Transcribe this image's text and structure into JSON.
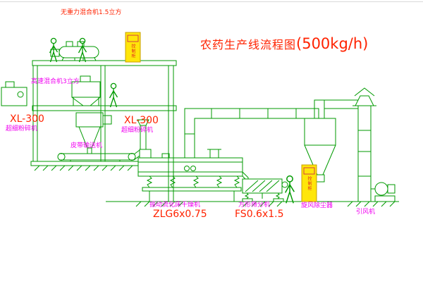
{
  "title": {
    "main": "农药生产线流程图",
    "capacity": "(500kg/h)"
  },
  "labels": {
    "top_mixer": "无重力混合机1.5立方",
    "high_speed_mixer": "高速混合机3立方",
    "mill_left_model": "XL-300",
    "mill_left_name": "超细粉碎机",
    "mill_mid_model": "XL-300",
    "mill_mid_name": "超细粉碎机",
    "belt_conveyor": "皮带输送机",
    "dryer_name": "振动流化床干燥机",
    "dryer_model": "ZLG6x0.75",
    "sieve_name": "方形筛分机",
    "sieve_model": "FS0.6x1.5",
    "cyclone": "旋风除尘器",
    "fan": "引风机",
    "panel_left": "控制柜",
    "panel_right": "控制柜"
  },
  "colors": {
    "line_green": "#009a00",
    "label_red": "#ff2200",
    "label_magenta": "#f000f0",
    "panel_yellow": "#ffe60a"
  }
}
